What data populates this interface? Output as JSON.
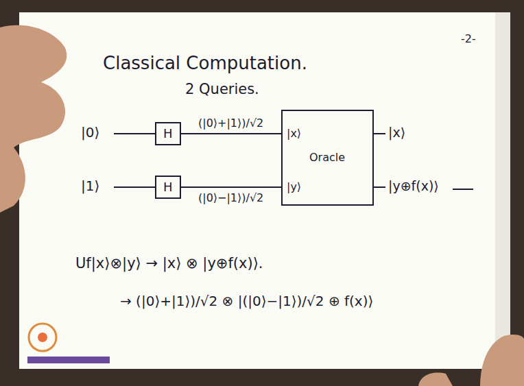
{
  "diagram": {
    "title": "Classical Computation.",
    "nodes": [
      {
        "text": [
          "H"
        ]
      },
      {
        "text": [
          "H"
        ]
      },
      {
        "text": [
          "|x⟩",
          "Oracle",
          "|y⟩"
        ]
      }
    ],
    "edges": [
      {
        "from": 0,
        "to": 2,
        "arrow": "none",
        "label": "(|0⟩+|1⟩)/√2"
      },
      {
        "from": 1,
        "to": 2,
        "arrow": "none",
        "label": "(|0⟩−|1⟩)/√2"
      }
    ],
    "labels": [
      "-2-",
      "2 Queries.",
      "|0⟩",
      "|1⟩",
      "|x⟩",
      "|y⊕f(x)⟩",
      "Uf|x⟩⊗|y⟩ → |x⟩ ⊗ |y⊕f(x)⟩.",
      "→ (|0⟩+|1⟩)/√2 ⊗ |(|0⟩−|1⟩)/√2 ⊕ f(x)⟩"
    ]
  }
}
